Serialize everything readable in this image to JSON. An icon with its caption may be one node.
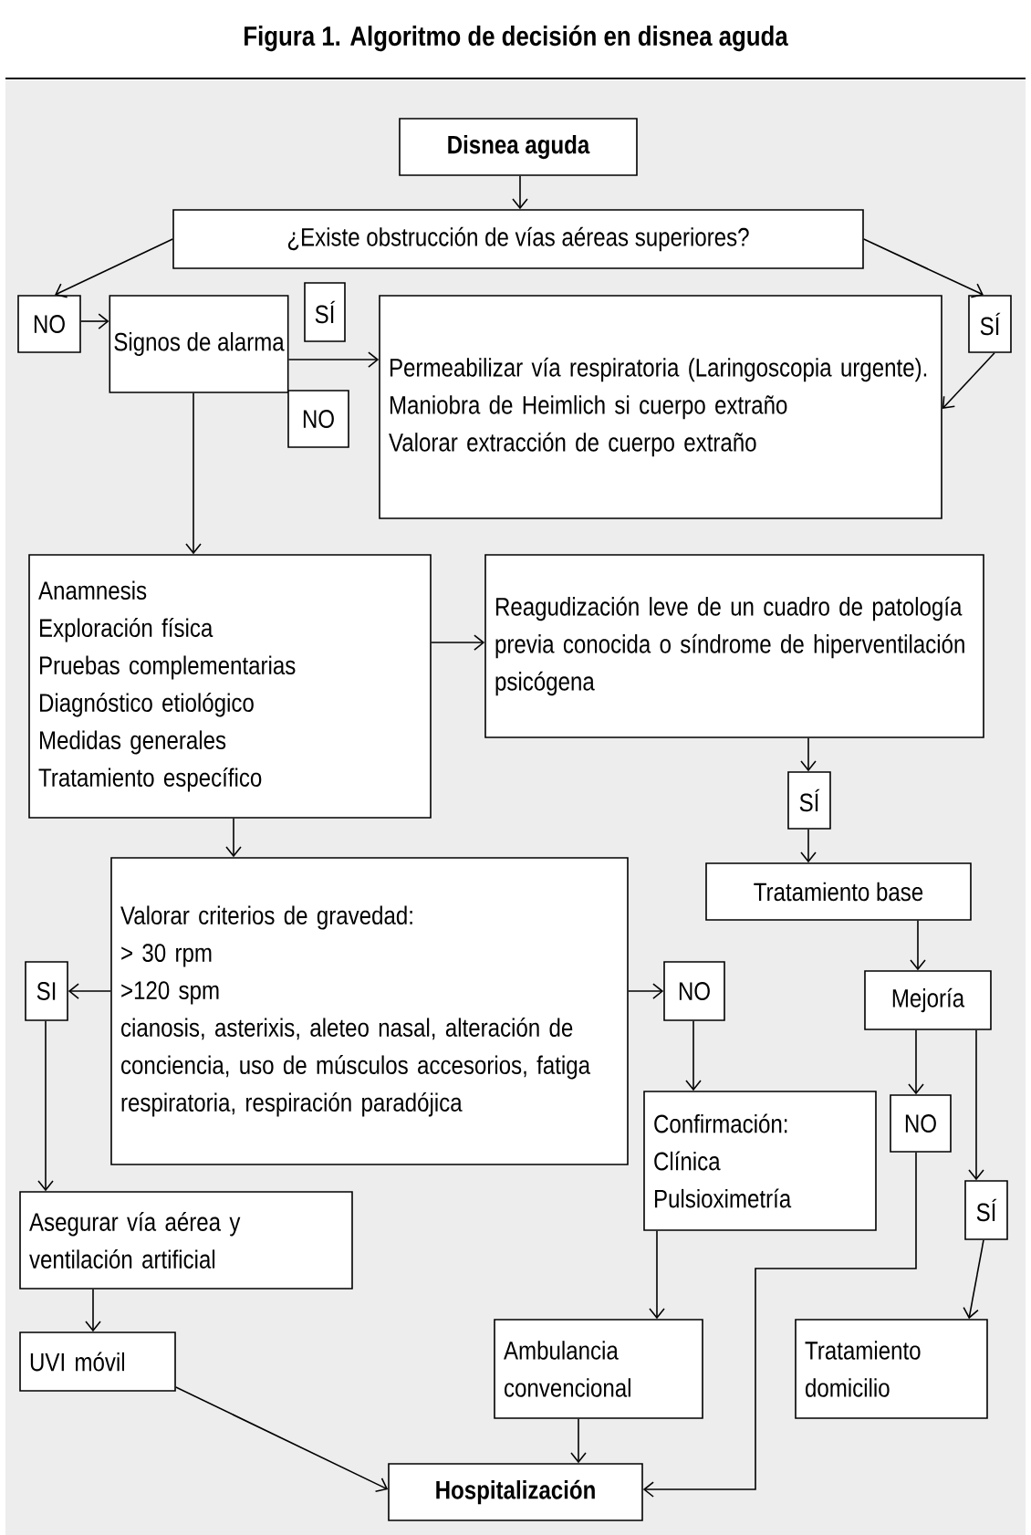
{
  "diagram": {
    "title": "Figura 1. Algoritmo de decisión en disnea aguda",
    "nodes": [
      {
        "text": [
          "Disnea aguda"
        ]
      },
      {
        "text": [
          "¿Existe obstrucción de vías aéreas superiores?"
        ]
      },
      {
        "text": [
          "NO"
        ]
      },
      {
        "text": [
          "Signos de alarma"
        ]
      },
      {
        "text": [
          "SÍ"
        ]
      },
      {
        "text": [
          "Permeabilizar vía respiratoria (Laringoscopia urgente).",
          "Maniobra de Heimlich si cuerpo extraño",
          "Valorar extracción de cuerpo extraño"
        ]
      },
      {
        "text": [
          "NO"
        ]
      },
      {
        "text": [
          "SÍ"
        ]
      },
      {
        "text": [
          "Anamnesis",
          "Exploración física",
          "Pruebas complementarias",
          "Diagnóstico etiológico",
          "Medidas generales",
          "Tratamiento específico"
        ]
      },
      {
        "text": [
          "Reagudización leve de un cuadro de patología previa conocida o síndrome de hiperventilación psicógena"
        ]
      },
      {
        "text": [
          "SÍ"
        ]
      },
      {
        "text": [
          "Tratamiento base"
        ]
      },
      {
        "text": [
          "Valorar criterios de gravedad:",
          "> 30 rpm",
          ">120 spm",
          "cianosis, asterixis, aleteo nasal, alteración de conciencia, uso de músculos accesorios, fatiga respiratoria, respiración paradójica"
        ]
      },
      {
        "text": [
          "SI"
        ]
      },
      {
        "text": [
          "NO"
        ]
      },
      {
        "text": [
          "Mejoría"
        ]
      },
      {
        "text": [
          "Confirmación:",
          "Clínica",
          "Pulsioximetría"
        ]
      },
      {
        "text": [
          "NO"
        ]
      },
      {
        "text": [
          "SÍ"
        ]
      },
      {
        "text": [
          "Asegurar vía aérea y ventilación artificial"
        ]
      },
      {
        "text": [
          "UVI móvil"
        ]
      },
      {
        "text": [
          "Ambulancia convencional"
        ]
      },
      {
        "text": [
          "Tratamiento domicilio"
        ]
      },
      {
        "text": [
          "Hospitalización"
        ]
      }
    ],
    "edges": [
      {
        "from": 0,
        "to": 1,
        "arrow": "to"
      },
      {
        "from": 1,
        "to": 2,
        "arrow": "to"
      },
      {
        "from": 1,
        "to": 7,
        "arrow": "to"
      },
      {
        "from": 2,
        "to": 3,
        "arrow": "to"
      },
      {
        "from": 3,
        "to": 5,
        "arrow": "to"
      },
      {
        "from": 7,
        "to": 5,
        "arrow": "to"
      },
      {
        "from": 3,
        "to": 8,
        "arrow": "to"
      },
      {
        "from": 8,
        "to": 9,
        "arrow": "to"
      },
      {
        "from": 8,
        "to": 12,
        "arrow": "to"
      },
      {
        "from": 9,
        "to": 10,
        "arrow": "to"
      },
      {
        "from": 10,
        "to": 11,
        "arrow": "to"
      },
      {
        "from": 11,
        "to": 15,
        "arrow": "to"
      },
      {
        "from": 12,
        "to": 13,
        "arrow": "to"
      },
      {
        "from": 12,
        "to": 14,
        "arrow": "to"
      },
      {
        "from": 13,
        "to": 19,
        "arrow": "to"
      },
      {
        "from": 14,
        "to": 16,
        "arrow": "to"
      },
      {
        "from": 15,
        "to": 17,
        "arrow": "to"
      },
      {
        "from": 15,
        "to": 18,
        "arrow": "to"
      },
      {
        "from": 17,
        "to": 23,
        "arrow": "to"
      },
      {
        "from": 18,
        "to": 22,
        "arrow": "to"
      },
      {
        "from": 16,
        "to": 21,
        "arrow": "to"
      },
      {
        "from": 19,
        "to": 20,
        "arrow": "to"
      },
      {
        "from": 20,
        "to": 23,
        "arrow": "to"
      },
      {
        "from": 21,
        "to": 23,
        "arrow": "to"
      }
    ]
  }
}
